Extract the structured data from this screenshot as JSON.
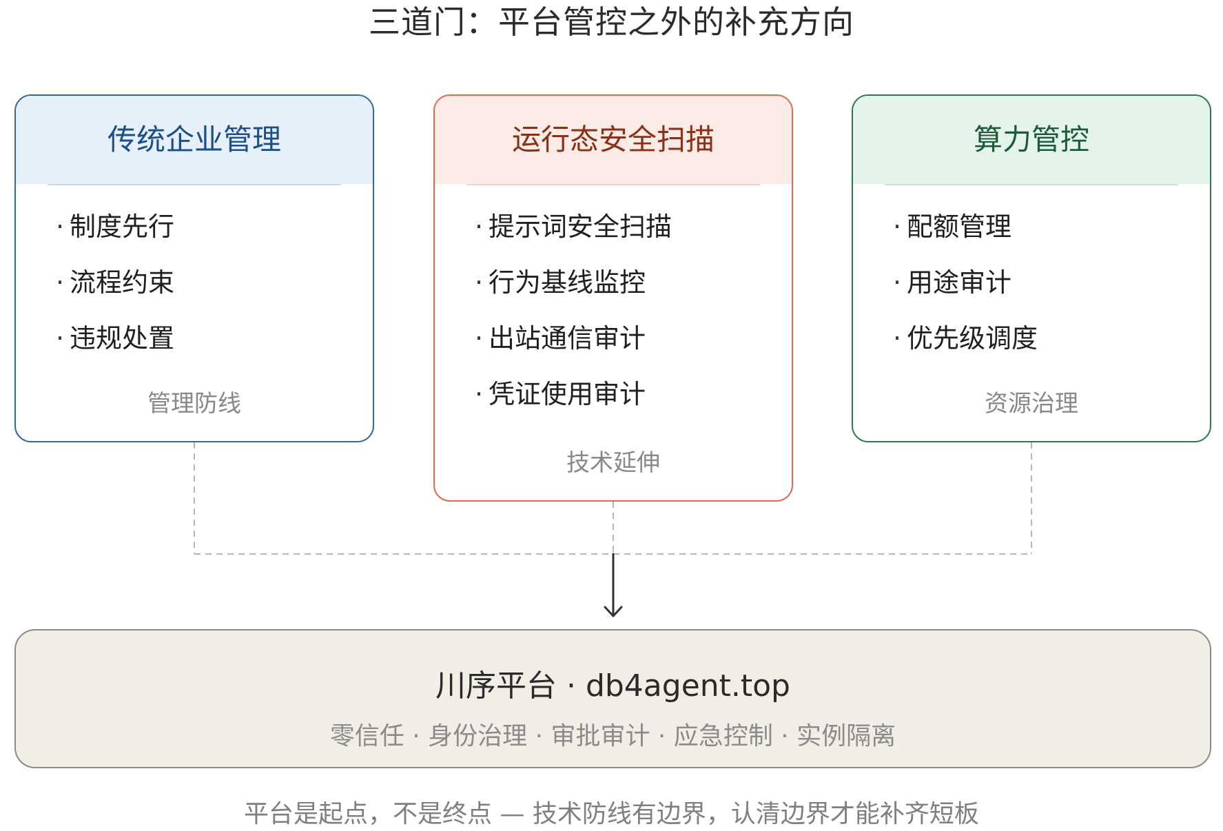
{
  "title": "三道门：平台管控之外的补充方向",
  "cards": [
    {
      "id": "mgmt",
      "heading": "传统企业管理",
      "items": [
        "制度先行",
        "流程约束",
        "违规处置"
      ],
      "footer": "管理防线"
    },
    {
      "id": "scan",
      "heading": "运行态安全扫描",
      "items": [
        "提示词安全扫描",
        "行为基线监控",
        "出站通信审计",
        "凭证使用审计"
      ],
      "footer": "技术延伸"
    },
    {
      "id": "compute",
      "heading": "算力管控",
      "items": [
        "配额管理",
        "用途审计",
        "优先级调度"
      ],
      "footer": "资源治理"
    }
  ],
  "bullet": "·",
  "platform": {
    "name": "川序平台 · db4agent.top",
    "features": "零信任 · 身份治理 · 审批审计 · 应急控制 · 实例隔离"
  },
  "footer": "平台是起点，不是终点 — 技术防线有边界，认清边界才能补齐短板",
  "colors": {
    "mgmt_border": "#2f67a8",
    "mgmt_head_bg": "#e6f0fa",
    "mgmt_head_text": "#1c4e87",
    "scan_border": "#dd6a4f",
    "scan_head_bg": "#fbebe6",
    "scan_head_text": "#8a3016",
    "compute_border": "#2c7a4c",
    "compute_head_bg": "#e4f4ea",
    "compute_head_text": "#1d5a38",
    "platform_bg": "#f1eee6",
    "connector": "#b5b5b5",
    "arrow": "#333333"
  }
}
